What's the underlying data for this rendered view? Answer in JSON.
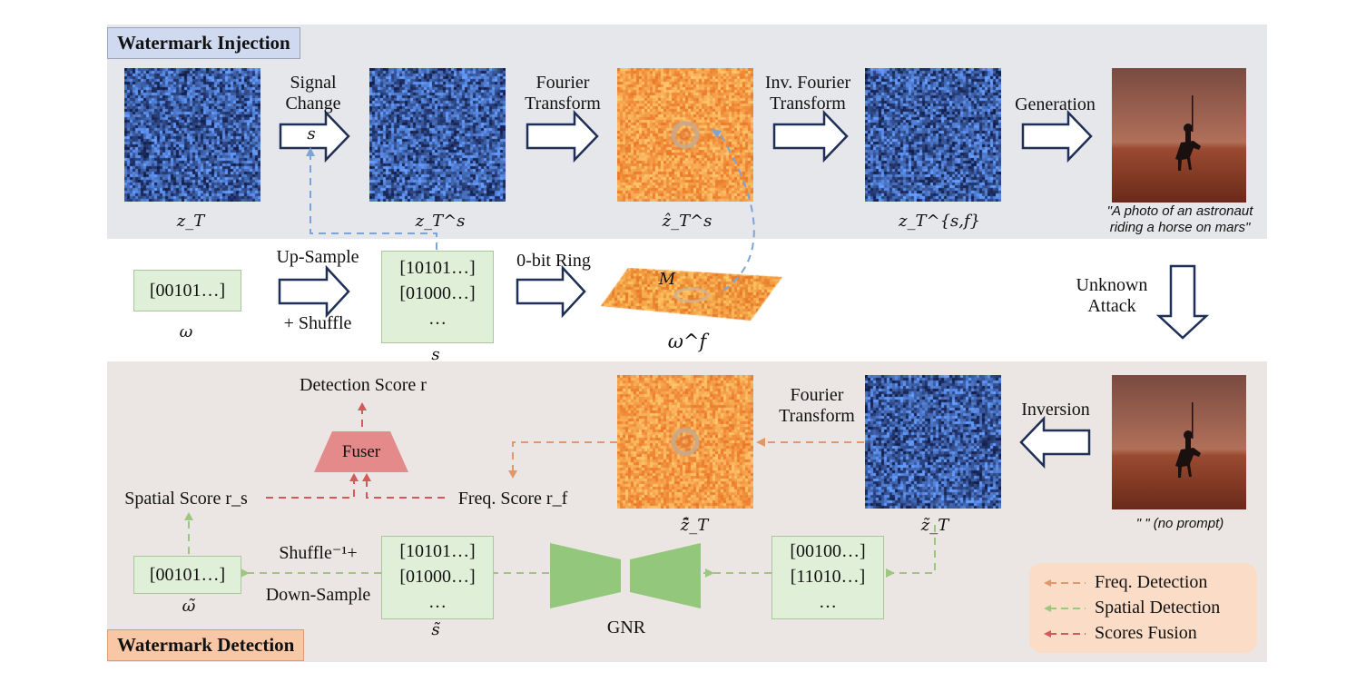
{
  "sections": {
    "injection": "Watermark Injection",
    "detection": "Watermark Detection"
  },
  "injection": {
    "signal_change": "Signal\nChange",
    "signal_arrow_var": "s",
    "fourier": "Fourier\nTransform",
    "inv_fourier": "Inv. Fourier\nTransform",
    "generation": "Generation",
    "caption": "\"A photo of an astronaut\nriding a horse on mars\"",
    "z_t": "z_T",
    "z_t_s": "z_T^s",
    "zhat_t_s": "ẑ_T^s",
    "z_t_sf": "z_T^{s,f}"
  },
  "middle": {
    "omega_bits": "[00101…]",
    "omega": "ω",
    "up_sample": "Up-Sample",
    "shuffle": "+ Shuffle",
    "s_bits": [
      "[10101…]",
      "[01000…]",
      "…"
    ],
    "s_label": "s",
    "ring": "0-bit Ring",
    "mask": "M",
    "omega_f": "ω^f",
    "unknown_attack": "Unknown\nAttack"
  },
  "detection": {
    "detection_score": "Detection Score r",
    "fuser": "Fuser",
    "spatial_score": "Spatial Score r_s",
    "freq_score": "Freq. Score r_f",
    "fourier": "Fourier\nTransform",
    "inversion": "Inversion",
    "no_prompt": "\" \" (no prompt)",
    "zhat_tilde": "ẑ̃_T",
    "z_tilde": "z̃_T",
    "omega_tilde_bits": "[00101…]",
    "omega_tilde": "ω̃",
    "shuffle_inv": "Shuffle⁻¹+",
    "down_sample": "Down-Sample",
    "s_tilde_bits": [
      "[10101…]",
      "[01000…]",
      "…"
    ],
    "s_tilde": "s̃",
    "gnr": "GNR",
    "z_bits": [
      "[00100…]",
      "[11010…]",
      "…"
    ]
  },
  "legend": [
    {
      "label": "Freq. Detection",
      "color": "#e0986a"
    },
    {
      "label": "Spatial Detection",
      "color": "#9bc77f"
    },
    {
      "label": "Scores Fusion",
      "color": "#d25a5a"
    }
  ],
  "colors": {
    "blue_noise": "#3a6fa6",
    "orange_noise": "#f08a3a",
    "arrow": "#2a3a5a",
    "fuser": "#e58080",
    "gnr": "#93c77b",
    "mars": "#8a4a3a"
  }
}
